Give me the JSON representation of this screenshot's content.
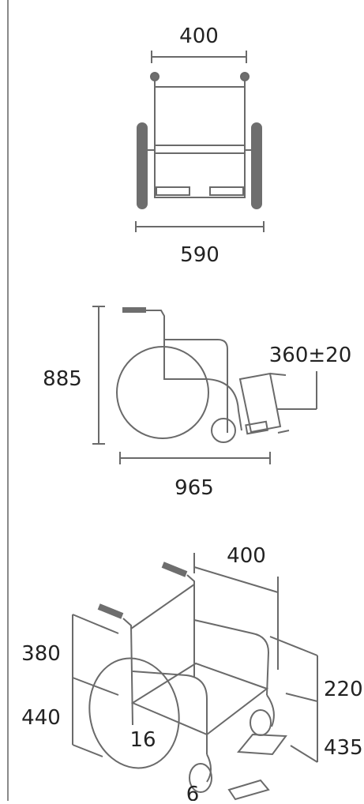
{
  "colors": {
    "line": "#6a6a6a",
    "tire": "#6e6e6e",
    "text": "#222222",
    "border": "#8a8a8a"
  },
  "front_view": {
    "top_width": "400",
    "bottom_width": "590"
  },
  "side_view": {
    "height": "885",
    "length": "965",
    "footrest_range": "360±20"
  },
  "perspective_view": {
    "seat_width": "400",
    "backrest_height": "380",
    "seat_height": "440",
    "armrest_height": "220",
    "front_height": "435",
    "rear_wheel_size": "16",
    "caster_size": "6"
  }
}
